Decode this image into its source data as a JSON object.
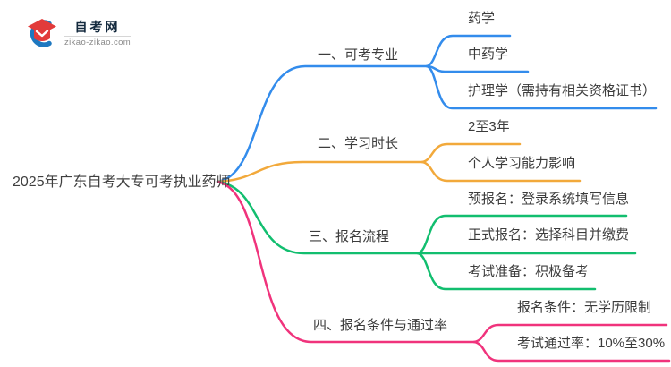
{
  "logo": {
    "site_name": "自考网",
    "site_url": "zikao-zikao.com",
    "icon": "graduation-cap-logo-icon",
    "icon_colors": {
      "swoosh_blue": "#1e78c0",
      "cap_red": "#e23b3b"
    }
  },
  "mindmap": {
    "root": {
      "label": "2025年广东自考大专可考执业药师"
    },
    "branches": [
      {
        "label": "一、可考专业",
        "color": "#338cec",
        "children": [
          "药学",
          "中药学",
          "护理学（需持有相关资格证书）"
        ]
      },
      {
        "label": "二、学习时长",
        "color": "#f2a93b",
        "children": [
          "2至3年",
          "个人学习能力影响"
        ]
      },
      {
        "label": "三、报名流程",
        "color": "#12be6f",
        "children": [
          "预报名：登录系统填写信息",
          "正式报名：选择科目并缴费",
          "考试准备：积极备考"
        ]
      },
      {
        "label": "四、报名条件与通过率",
        "color": "#f0337c",
        "children": [
          "报名条件：无学历限制",
          "考试通过率：10%至30%"
        ]
      }
    ]
  },
  "text_color": "#3c3c3c",
  "background": "#ffffff"
}
